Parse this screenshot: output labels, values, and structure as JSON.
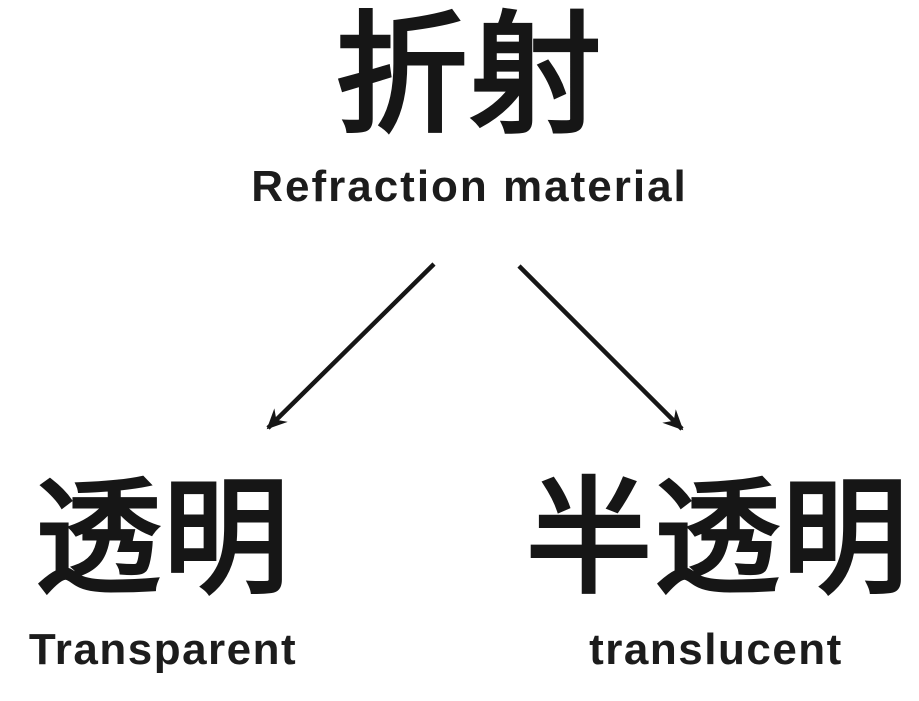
{
  "page": {
    "background_color": "#ffffff",
    "text_color": "#161616"
  },
  "diagram": {
    "type": "tree",
    "root": {
      "title_zh": "折射",
      "subtitle_en": "Refraction material"
    },
    "children": [
      {
        "title_zh": "透明",
        "subtitle_en": "Transparent"
      },
      {
        "title_zh": "半透明",
        "subtitle_en": "translucent"
      }
    ],
    "connectors": [
      {
        "name": "arrow-to-transparent",
        "direction": "down-left"
      },
      {
        "name": "arrow-to-translucent",
        "direction": "down-right"
      }
    ]
  }
}
